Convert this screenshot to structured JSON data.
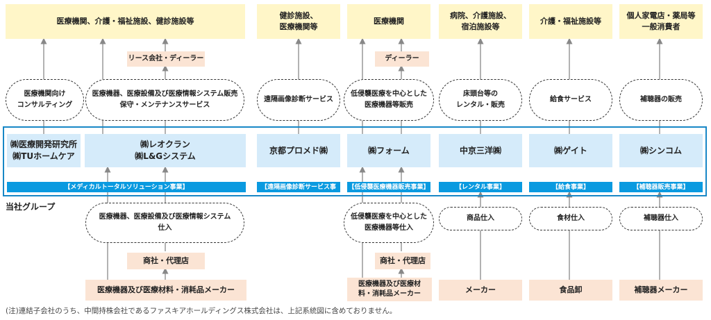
{
  "customers": [
    "医療機関、介護・福祉施設、健診施設等",
    "健診施設、\n医療機関等",
    "医療機関",
    "病院、介護施設、\n宿泊施設等",
    "介護・福祉施設等",
    "個人家電店・薬局等\n一般消費者"
  ],
  "intermediaries_top": [
    "リース会社・ディーラー",
    "ディーラー"
  ],
  "services_top": [
    "医療機関向け\nコンサルティング",
    "医療機器、医療設備及び医療情報システム販売\n保守・メンテナンスサービス",
    "遠隔画像診断サービス",
    "低侵襲医療を中心とした\n医療機器等販売",
    "床頭台等の\nレンタル・販売",
    "給食サービス",
    "補聴器の販売"
  ],
  "companies": [
    "㈱医療開発研究所\n㈱TUホームケア",
    "㈱レオクラン\n㈱L&Gシステム",
    "京都プロメド㈱",
    "㈱フォーム",
    "中京三洋㈱",
    "㈱ゲイト",
    "㈱シンコム"
  ],
  "segments": [
    "【メディカルトータルソリューション事業】",
    "【遠隔画像診断サービス事",
    "【低侵襲医療機器販売事業】",
    "【レンタル事業】",
    "【給食事業】",
    "【補聴器販売事業】"
  ],
  "group_label": "当社グループ",
  "procurement": [
    "医療機器、医療設備及び医療情報システム\n仕入",
    "低侵襲医療を中心とした\n医療機器等仕入",
    "商品仕入",
    "食材仕入",
    "補聴器仕入"
  ],
  "trading": [
    "商社・代理店",
    "商社・代理店"
  ],
  "suppliers": [
    "医療機器及び医療材料・消耗品メーカー",
    "医療機器及び医療材\n料・消耗品メーカー",
    "メーカー",
    "食品卸",
    "補聴器メーカー"
  ],
  "footnote": "(注)連結子会社のうち、中間持株会社であるファスキアホールディングス株式会社は、上記系統図に含めておりません。",
  "colors": {
    "customer_fill": "#fff6c8",
    "peach_fill": "#fbe4d4",
    "company_fill": "#d5ebfa",
    "segment_fill": "#0a9ae0",
    "frame": "#1787c6"
  }
}
